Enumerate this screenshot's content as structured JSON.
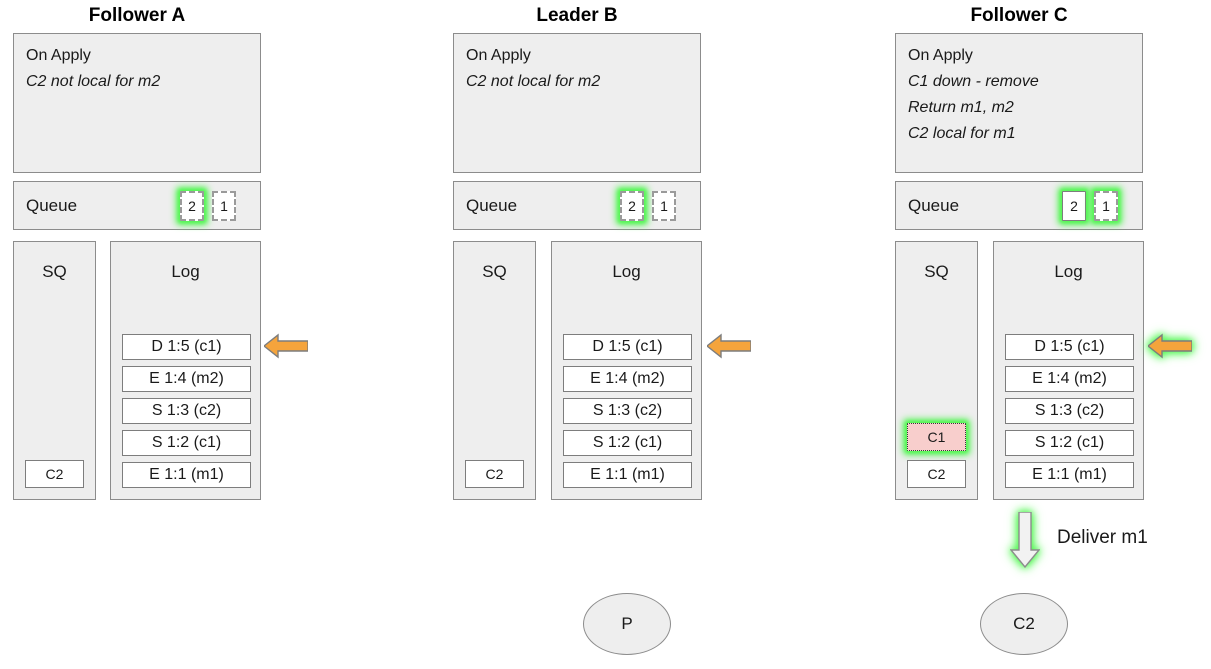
{
  "diagram": {
    "title_row": [
      "Follower A",
      "Leader B",
      "Follower C"
    ],
    "columns": [
      {
        "id": "follower-a",
        "title": "Follower A",
        "on_apply": {
          "header": "On Apply",
          "lines": [
            "C2 not local for m2"
          ]
        },
        "queue": {
          "label": "Queue",
          "slots": [
            {
              "value": "2",
              "border": "dashed",
              "highlighted": true
            },
            {
              "value": "1",
              "border": "dashed",
              "highlighted": false
            }
          ]
        },
        "sq": {
          "heading": "SQ",
          "entries": [
            {
              "value": "C2",
              "style": "plain",
              "highlighted": false
            }
          ]
        },
        "log": {
          "heading": "Log",
          "entries": [
            "D 1:5 (c1)",
            "E 1:4 (m2)",
            "S 1:3 (c2)",
            "S 1:2 (c1)",
            "E 1:1 (m1)"
          ]
        },
        "arrow": {
          "direction": "left",
          "color": "#f7a githubPlaceholder",
          "highlighted": false
        },
        "bottom_node": null
      },
      {
        "id": "leader-b",
        "title": "Leader B",
        "on_apply": {
          "header": "On Apply",
          "lines": [
            "C2 not local for m2"
          ]
        },
        "queue": {
          "label": "Queue",
          "slots": [
            {
              "value": "2",
              "border": "dashed",
              "highlighted": true
            },
            {
              "value": "1",
              "border": "dashed",
              "highlighted": false
            }
          ]
        },
        "sq": {
          "heading": "SQ",
          "entries": [
            {
              "value": "C2",
              "style": "plain",
              "highlighted": false
            }
          ]
        },
        "log": {
          "heading": "Log",
          "entries": [
            "D 1:5 (c1)",
            "E 1:4 (m2)",
            "S 1:3 (c2)",
            "S 1:2 (c1)",
            "E 1:1 (m1)"
          ]
        },
        "arrow": {
          "direction": "left",
          "highlighted": false
        },
        "bottom_node": {
          "label": "P"
        }
      },
      {
        "id": "follower-c",
        "title": "Follower C",
        "on_apply": {
          "header": "On Apply",
          "lines": [
            "C1 down - remove",
            "Return m1, m2",
            "C2 local for m1"
          ]
        },
        "queue": {
          "label": "Queue",
          "slots": [
            {
              "value": "2",
              "border": "solid",
              "highlighted": true
            },
            {
              "value": "1",
              "border": "dashed",
              "highlighted": true
            }
          ]
        },
        "sq": {
          "heading": "SQ",
          "entries": [
            {
              "value": "C1",
              "style": "pink",
              "highlighted": true
            },
            {
              "value": "C2",
              "style": "plain",
              "highlighted": false
            }
          ]
        },
        "log": {
          "heading": "Log",
          "entries": [
            "D 1:5 (c1)",
            "E 1:4 (m2)",
            "S 1:3 (c2)",
            "S 1:2 (c1)",
            "E 1:1 (m1)"
          ]
        },
        "arrow": {
          "direction": "left",
          "highlighted": true
        },
        "deliver": {
          "label": "Deliver m1"
        },
        "bottom_node": {
          "label": "C2"
        }
      }
    ],
    "colors": {
      "panel_fill": "#eeeeee",
      "panel_border": "#8c8c8c",
      "entry_fill": "#ffffff",
      "entry_border": "#7d7d7d",
      "arrow_orange": "#f5a43c",
      "arrow_orange_border": "#7d7d7d",
      "highlight_green": "#5cf45c",
      "pink_fill": "#f8cecc",
      "text": "#1a1a1a"
    }
  }
}
